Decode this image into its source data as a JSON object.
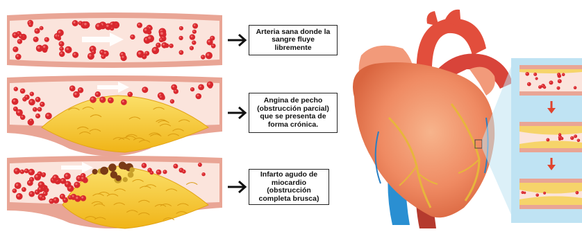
{
  "labels": {
    "healthy": "Arteria sana donde la\nsangre fluye\nlibremente",
    "angina": "Angina de pecho\n(obstrucción parcial)\nque se presenta de\nforma crónica.",
    "infarction": "Infarto agudo de\nmiocardio\n(obstrucción\ncompleta brusca)"
  },
  "colors": {
    "vessel_wall": "#e8a08f",
    "vessel_lumen": "#fbe3dc",
    "blood_cell": "#d8282e",
    "plaque": "#f4c21c",
    "clot": "#7a3a16",
    "heart": "#f08a5e",
    "aorta": "#e0443a",
    "vein": "#2b8fd0",
    "panel_bg": "#bfe3f3"
  }
}
